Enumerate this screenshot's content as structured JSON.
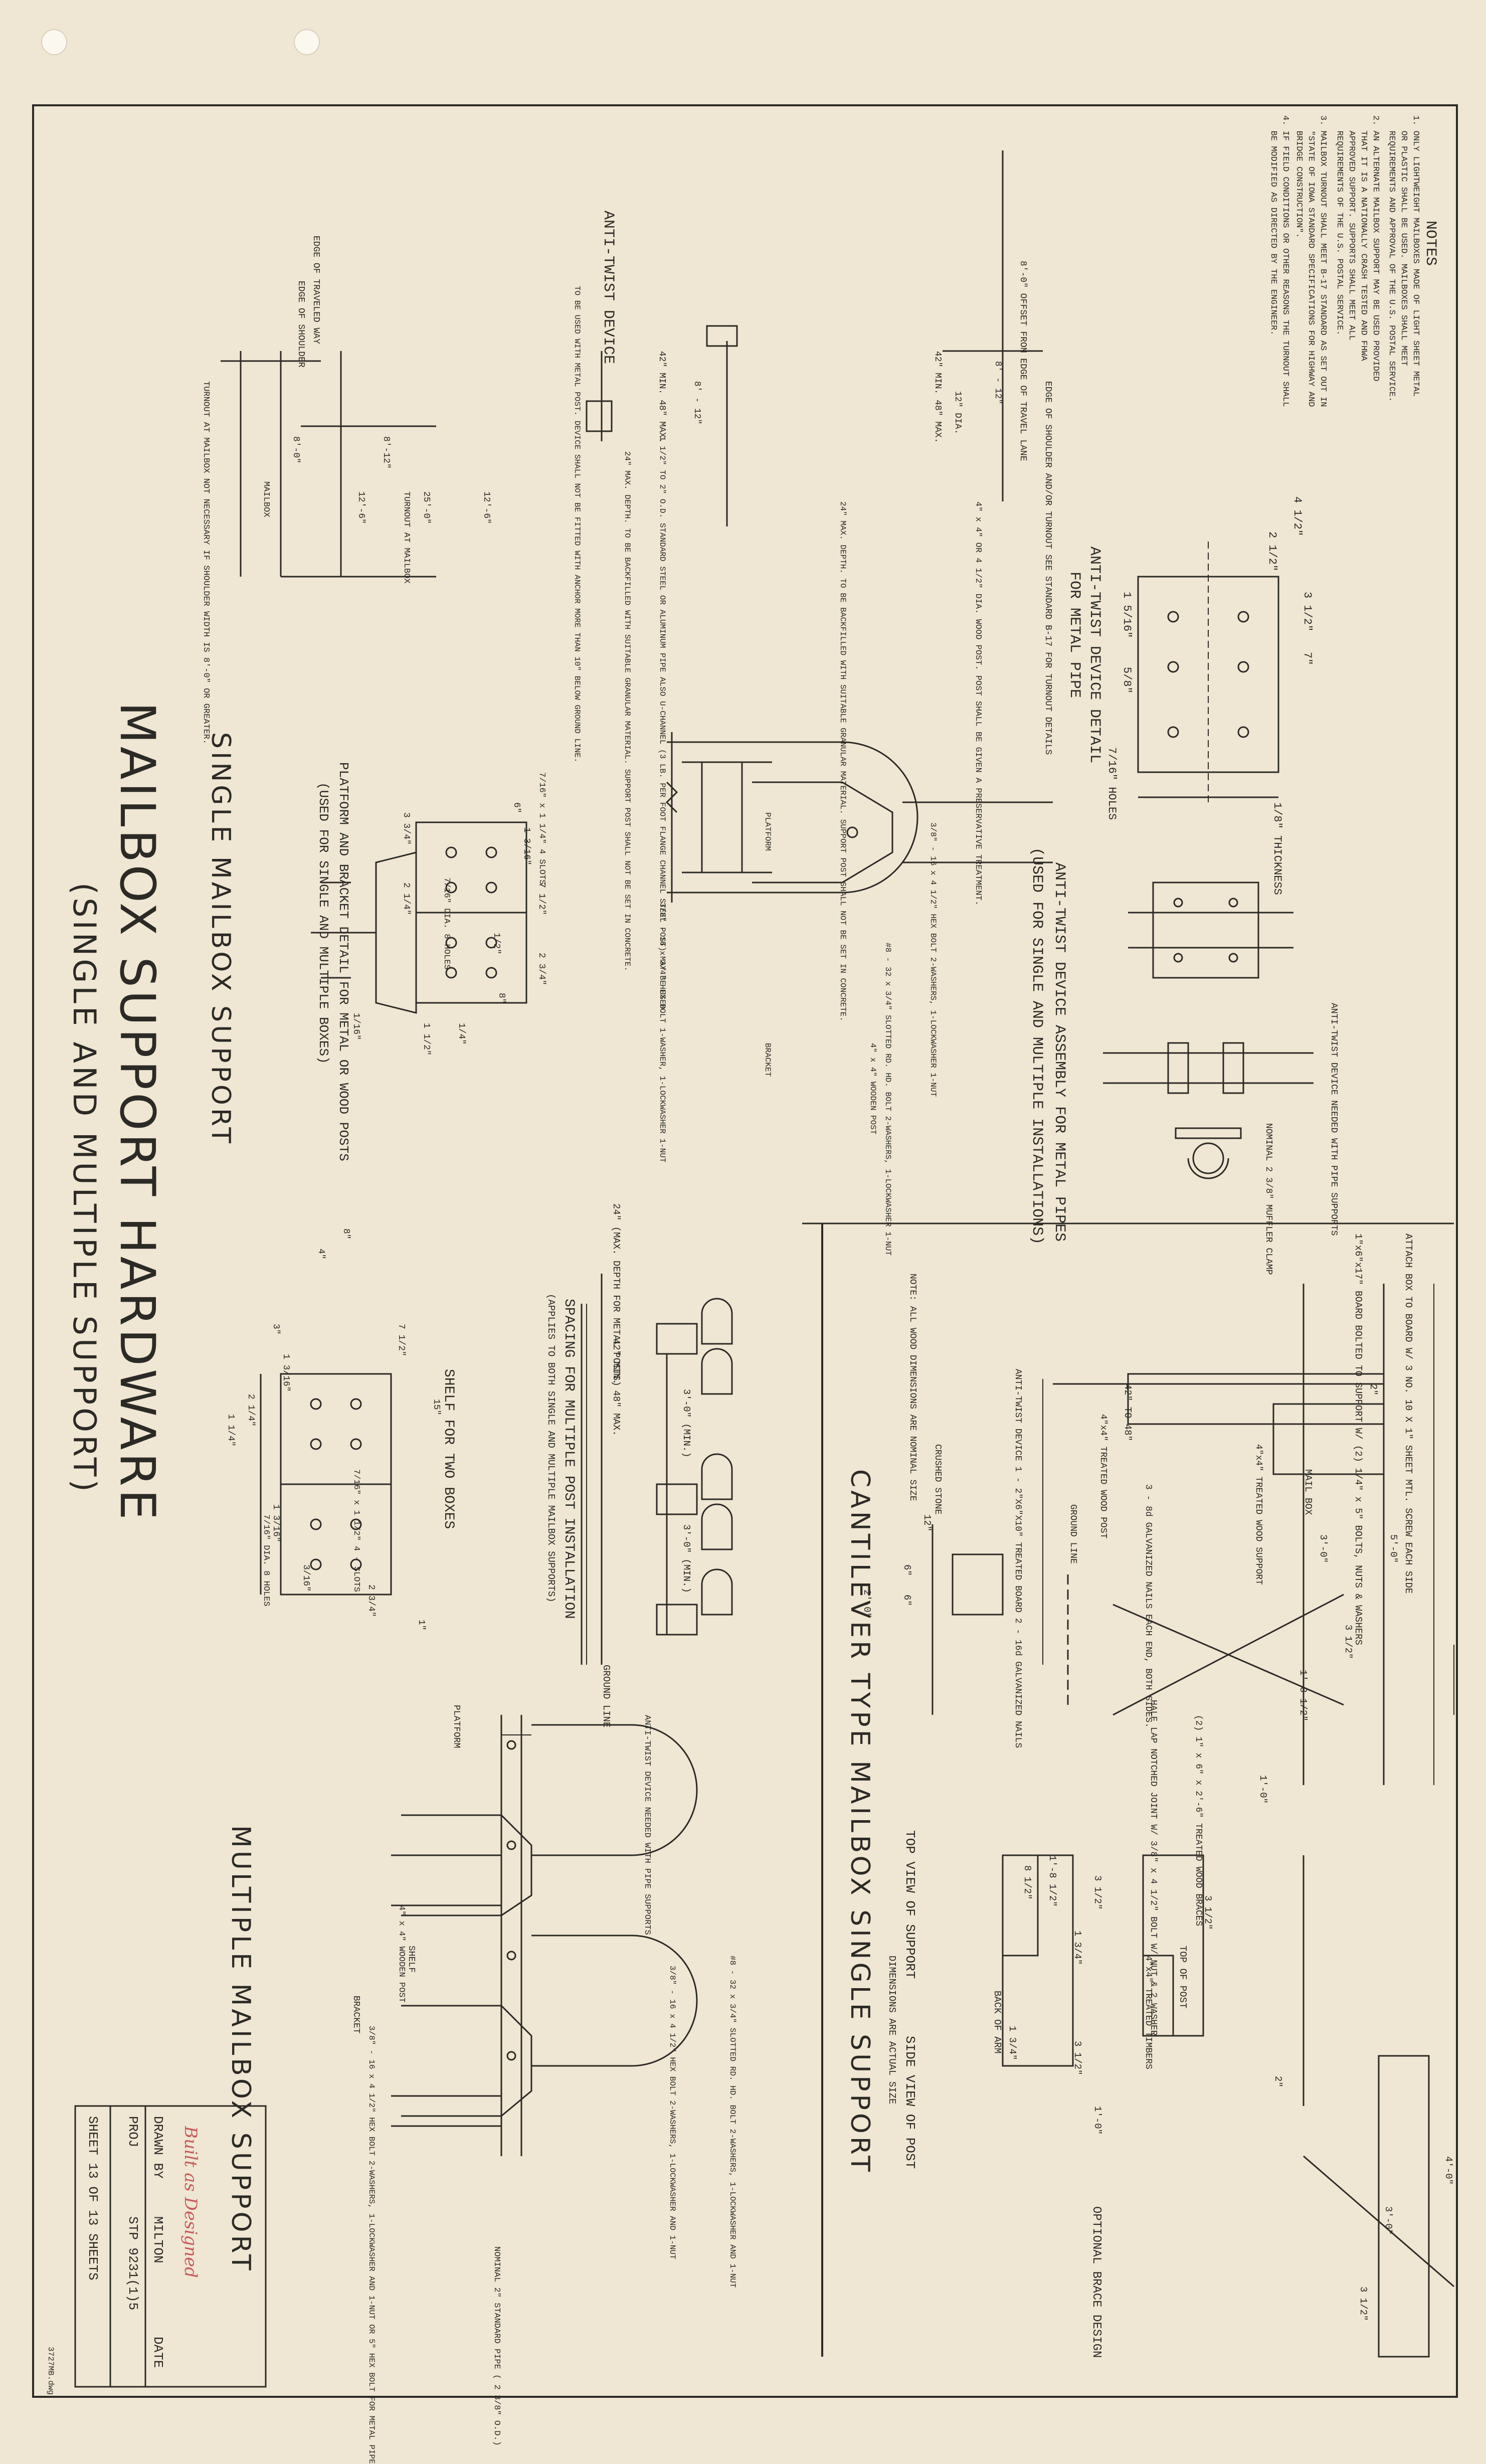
{
  "title": "MAILBOX SUPPORT HARDWARE",
  "subtitle": "(SINGLE AND MULTIPLE SUPPORT)",
  "section_single": "SINGLE MAILBOX SUPPORT",
  "section_multiple": "MULTIPLE MAILBOX SUPPORT",
  "section_cantilever": "CANTILEVER TYPE MAILBOX SINGLE SUPPORT",
  "notes": {
    "heading": "NOTES",
    "items": [
      "1. ONLY LIGHTWEIGHT MAILBOXES MADE OF LIGHT SHEET METAL\n   OR PLASTIC SHALL BE USED. MAILBOXES SHALL MEET\n   REQUIREMENTS AND APPROVAL OF THE U.S. POSTAL SERVICE.",
      "2. AN ALTERNATE MAILBOX SUPPORT MAY BE USED PROVIDED\n   THAT IT IS A NATIONALLY CRASH TESTED AND FHWA\n   APPROVED SUPPORT. SUPPORTS SHALL MEET ALL\n   REQUIREMENTS OF THE U.S. POSTAL SERVICE.",
      "3. MAILBOX TURNOUT SHALL MEET B-17 STANDARD AS SET OUT IN\n   \"STATE OF IOWA STANDARD SPECIFICATIONS FOR HIGHWAY AND\n   BRIDGE CONSTRUCTION\".",
      "4. IF FIELD CONDITIONS OR OTHER REASONS THE TURNOUT SHALL\n   BE MODIFIED AS DIRECTED BY THE ENGINEER."
    ]
  },
  "anti_twist": {
    "detail_title": "ANTI-TWIST DEVICE DETAIL",
    "detail_title2": "FOR METAL PIPE",
    "assembly_title": "ANTI-TWIST DEVICE ASSEMBLY FOR METAL PIPES",
    "assembly_title2": "(USED FOR SINGLE AND MULTIPLE INSTALLATIONS)",
    "device_label": "ANTI-TWIST DEVICE",
    "needed_label": "ANTI-TWIST DEVICE NEEDED WITH PIPE SUPPORTS",
    "clamp_label": "NOMINAL 2 3/8\" MUFFLER CLAMP",
    "holes": "7/16\" HOLES",
    "thickness": "1/8\" THICKNESS",
    "dim_a": "4 1/2\"",
    "dim_b": "2 1/2\"",
    "dim_c": "3 1/2\"",
    "dim_d": "1 5/16\"",
    "dim_e": "5/8\"",
    "dim_f": "7\""
  },
  "layout": {
    "offset": "8'-0\" OFFSET FROM EDGE OF TRAVEL LANE",
    "shoulder": "EDGE OF SHOULDER AND/OR TURNOUT SEE STANDARD B-17 FOR TURNOUT DETAILS",
    "min_max_1": "42\" MIN. 48\" MAX.",
    "min_max_2": "42\" MIN. 48\" MAX.",
    "depth_1": "8' - 12\"",
    "depth_2": "8' - 12\"",
    "dia": "12\" DIA.",
    "wood_post": "4\" x 4\" OR 4 1/2\" DIA. WOOD POST. POST SHALL BE GIVEN A PRESERVATIVE TREATMENT.",
    "backfill_wood": "24\" MAX. DEPTH. TO BE BACKFILLED WITH SUITABLE GRANULAR MATERIAL. SUPPORT POST SHALL NOT BE SET IN CONCRETE.",
    "steel_pipe": "1 1/2\" TO 2\" O.D. STANDARD STEEL OR ALUMINUM PIPE ALSO U-CHANNEL (3 LB. PER FOOT FLANGE CHANNEL STEEL POST) MAY BE USED.",
    "backfill_metal": "24\" MAX. DEPTH. TO BE BACKFILLED WITH SUITABLE GRANULAR MATERIAL. SUPPORT POST SHALL NOT BE SET IN CONCRETE.",
    "anchor": "TO BE USED WITH METAL POST. DEVICE SHALL NOT BE FITTED WITH ANCHOR MORE THAN 10\" BELOW GROUND LINE.",
    "edge_travel": "EDGE OF TRAVELED WAY",
    "edge_shoulder": "EDGE OF SHOULDER",
    "turnout": "TURNOUT AT MAILBOX NOT NECESSARY IF SHOULDER WIDTH IS 8'-0\" OR GREATER.",
    "turnout_at": "TURNOUT AT MAILBOX",
    "mailbox": "MAILBOX",
    "dim_12_6a": "12'-6\"",
    "dim_12_6b": "12'-6\"",
    "dim_25": "25'-0\"",
    "dim_8": "8'-12\"",
    "dim_8_0": "8'-0\""
  },
  "single_platform": {
    "caption": "PLATFORM AND BRACKET DETAIL FOR METAL OR WOOD POSTS",
    "caption2": "(USED FOR SINGLE AND MULTIPLE BOXES)",
    "holes": "7/16\" DIA. 8 HOLES",
    "slots": "7/16\" x 1 1/4\" 4 SLOTS",
    "dims": [
      "7 1/2\"",
      "3 3/4\"",
      "2 1/4\"",
      "1 3/16\"",
      "2 3/4\"",
      "1/2\"",
      "6\"",
      "8\"",
      "1/16\"",
      "1/4\"",
      "1 1/2\""
    ]
  },
  "single_section": {
    "hex_bolt": "3/8\" - 16 x 3/4\" HEX BOLT 1-WASHER, 1-LOCKWASHER 1-NUT",
    "slotted": "#8 - 32 x 3/4\" SLOTTED RD. HD. BOLT 2-WASHERS, 1-LOCKWASHER 1-NUT",
    "bolt2": "3/8\" - 16 x 4 1/2\" HEX BOLT 2-WASHERS, 1-LOCKWASHER 1-NUT",
    "platform": "PLATFORM",
    "bracket": "BRACKET",
    "wood_post": "4\" x 4\" WOODEN POST"
  },
  "spacing": {
    "title": "SPACING FOR MULTIPLE POST INSTALLATION",
    "subtitle": "(APPLIES TO BOTH SINGLE AND MULTIPLE MAILBOX SUPPORTS)",
    "depth": "24\" (MAX. DEPTH FOR METAL POSTS)",
    "height": "42\" MIN. 48\" MAX.",
    "gap1": "3'-0\" (MIN.)",
    "gap2": "3'-0\" (MIN.)",
    "ground": "GROUND LINE",
    "anti": "ANTI-TWIST DEVICE NEEDED WITH PIPE SUPPORTS"
  },
  "shelf": {
    "title": "SHELF FOR TWO BOXES",
    "dims": [
      "8\"",
      "4\"",
      "7 1/2\"",
      "15\"",
      "3\"",
      "1 3/16\"",
      "2 1/4\"",
      "1 1/4\"",
      "1 3/16\"",
      "2 3/4\"",
      "3/16\"",
      "1\""
    ],
    "slots": "7/16\" x 1 1/2\" 4 - SLOTS",
    "holes": "7/16\" DIA. 8 HOLES"
  },
  "multiple": {
    "platform": "PLATFORM",
    "shelf": "SHELF",
    "bracket": "BRACKET",
    "wood_post": "4\" x 4\" WOODEN POST",
    "bolt_a": "#8 - 32 x 3/4\" SLOTTED RD. HD. BOLT 2-WASHERS, 1-LOCKWASHER AND 1-NUT",
    "bolt_b": "3/8\" - 16 x 4 1/2\" HEX BOLT 2-WASHERS, 1-LOCKWASHER AND 1-NUT",
    "bolt_c": "3/8\" - 16 x 4 1/2\" HEX BOLT 2-WASHERS, 1-LOCKWASHER AND 1-NUT OR 5\" HEX BOLT FOR METAL PIPE",
    "pipe": "NOMINAL 2\" STANDARD PIPE ( 2 3/8\" O.D.)"
  },
  "cantilever": {
    "attach": "ATTACH BOX TO BOARD W/ 3 NO. 10 X 1\" SHEET MTL. SCREW EACH SIDE",
    "board": "1\"x6\"x17\" BOARD BOLTED TO SUPPORT W/ (2) 1/4\" x 5\" BOLTS, NUTS & WASHERS",
    "mailbox": "MAIL BOX",
    "timbers": "4\"x4\" TREATED WOOD SUPPORT",
    "nails": "3 - 8d GALVANIZED NAILS EACH END, BOTH SIDES.",
    "post": "4\"x4\" TREATED WOOD POST",
    "ground": "GROUND LINE",
    "anti": "ANTI-TWIST DEVICE 1 - 2\"X6\"X10\" TREATED BOARD 2 - 16d GALVANIZED NAILS",
    "stone": "CRUSHED STONE",
    "note": "NOTE: ALL WOOD DIMENSIONS ARE NOMINAL SIZE",
    "reach": "42\" TO 48\"",
    "braces": "(2) 1\" x 6\" x 2'-6\" TREATED WOOD BRACES",
    "halflap": "HALF LAP NOTCHED JOINT W/ 3/8\" x 4 1/2\" BOLT W/ NUT & 2 WASHER",
    "dims": [
      "5'-0\"",
      "3'-0\"",
      "1'-8 1/2\"",
      "3 1/2\"",
      "1'-0\"",
      "2'-0\"",
      "6\"",
      "6\"",
      "12\"",
      "2\""
    ]
  },
  "top_side": {
    "top_view": "TOP VIEW OF SUPPORT",
    "side_view": "SIDE VIEW OF POST",
    "dims_note": "DIMENSIONS ARE ACTUAL SIZE",
    "top_post": "TOP OF POST",
    "timbers": "4\"x4\" TREATED TIMBERS",
    "back_arm": "BACK OF ARM",
    "dims": [
      "1'-8 1/2\"",
      "8 1/2\"",
      "3 1/2\"",
      "1 3/4\"",
      "1 3/4\"",
      "3 1/2\"",
      "1'-0\"",
      "3 1/2\""
    ],
    "optional": "OPTIONAL BRACE DESIGN",
    "opt_dims": [
      "4'-0\"",
      "3'-0\"",
      "3 1/2\"",
      "2\""
    ]
  },
  "title_block": {
    "stamp": "Built as Designed",
    "drawn_by_label": "DRAWN BY",
    "drawn_by": "MILTON",
    "date_label": "DATE",
    "proj_label": "PROJ",
    "proj": "STP 9231(1)5",
    "sheet": "SHEET 13 OF 13 SHEETS",
    "file": "3727MB.dwg"
  },
  "colors": {
    "paper": "#efe6d3",
    "ink": "#2c2a26",
    "stamp": "#c85a5a"
  }
}
